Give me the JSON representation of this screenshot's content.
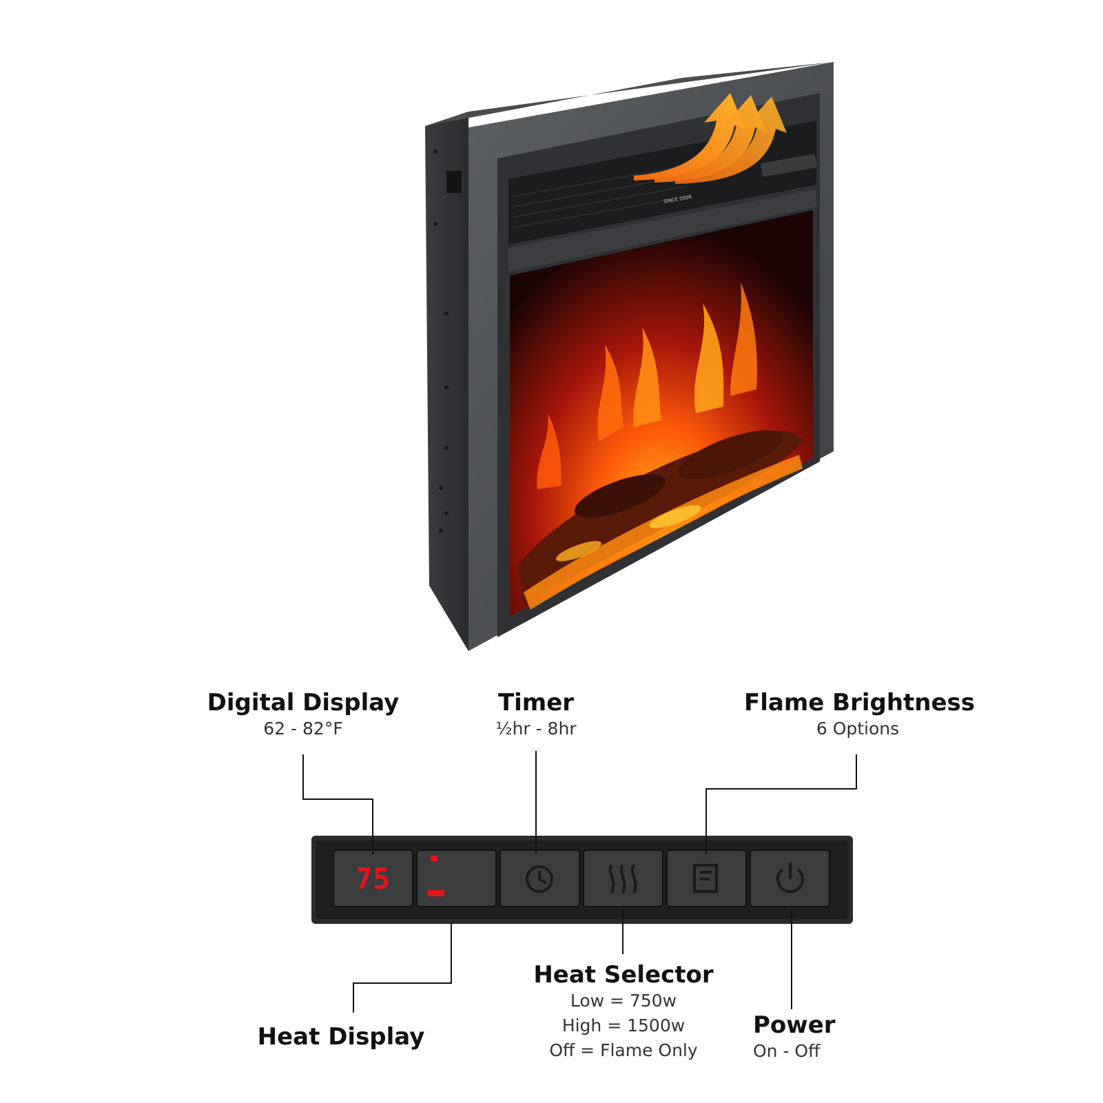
{
  "callouts": {
    "digital_display": {
      "title": "Digital Display",
      "sub": "62 - 82°F"
    },
    "timer": {
      "title": "Timer",
      "sub": "½hr - 8hr"
    },
    "flame_brightness": {
      "title": "Flame Brightness",
      "sub": "6 Options"
    },
    "heat_display": {
      "title": "Heat Display"
    },
    "heat_selector": {
      "title": "Heat Selector",
      "lines": [
        "Low = 750w",
        "High = 1500w",
        "Off = Flame Only"
      ]
    },
    "power": {
      "title": "Power",
      "sub": "On - Off"
    }
  },
  "panel": {
    "display_value": "75",
    "display_color": "#e0161b",
    "buttons": [
      "digital-display",
      "heat-display",
      "timer-icon",
      "heat-icon",
      "flame-icon",
      "power-icon"
    ]
  },
  "product": {
    "brand_badge": "SINCE 2008",
    "accent_arrow_color": "#f57c12"
  }
}
